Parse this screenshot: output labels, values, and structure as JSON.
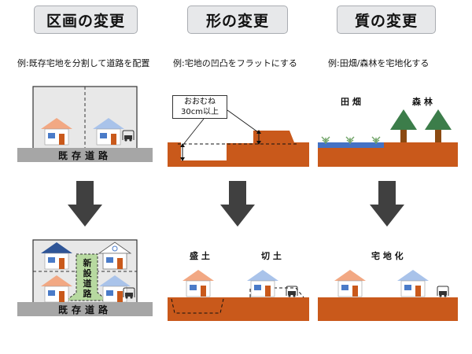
{
  "headers": [
    "区画の変更",
    "形の変更",
    "質の変更"
  ],
  "examples": [
    "例:既存宅地を分割して道路を配置",
    "例:宅地の凹凸をフラットにする",
    "例:田畑/森林を宅地化する"
  ],
  "road_label": "既存道路",
  "new_road_label": "新設道路",
  "note_text": [
    "おおむね",
    "30cm以上"
  ],
  "labels": {
    "field": "田 畑",
    "forest": "森 林",
    "fill": "盛 土",
    "cut": "切 土",
    "residential": "宅 地 化"
  },
  "colors": {
    "header_bg": "#e7e8ea",
    "ground": "#c9591b",
    "road": "#a6a6a6",
    "arrow": "#404040",
    "tree": "#3c7d4a",
    "water": "#4472c4",
    "new_road": "#b7d9a0"
  }
}
